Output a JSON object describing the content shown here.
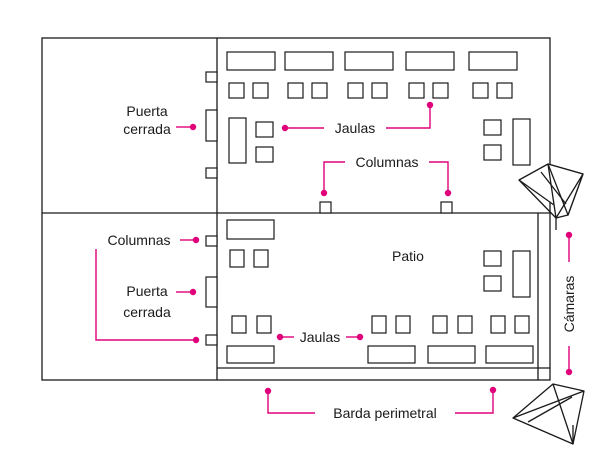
{
  "labels": {
    "puerta_cerrada_top_1": "Puerta",
    "puerta_cerrada_top_2": "cerrada",
    "jaulas_top": "Jaulas",
    "columnas_top": "Columnas",
    "columnas_left": "Columnas",
    "patio": "Patio",
    "puerta_cerrada_bottom_1": "Puerta",
    "puerta_cerrada_bottom_2": "cerrada",
    "jaulas_bottom": "Jaulas",
    "camaras": "Cámaras",
    "barda_perimetral": "Barda perimetral"
  },
  "colors": {
    "accent": "#e0007a",
    "line": "#1a1a1a",
    "background": "#ffffff"
  }
}
